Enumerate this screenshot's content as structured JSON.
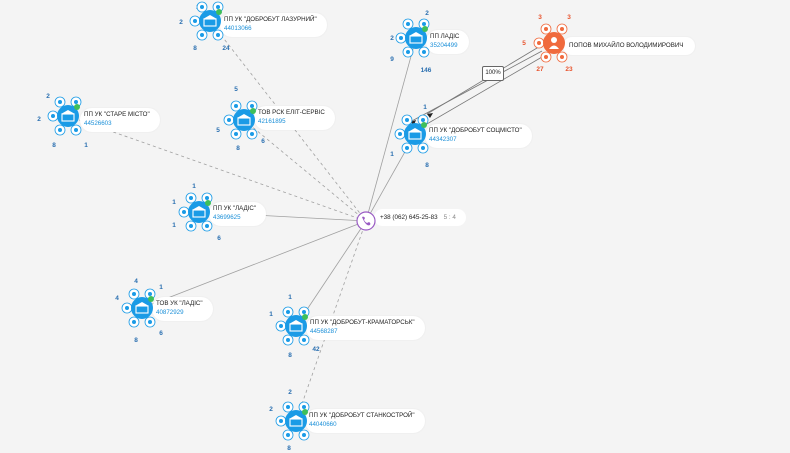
{
  "colors": {
    "blue": "#1a9be6",
    "orange": "#f06a3d",
    "purple": "#9a5cc4",
    "line": "#a0a0a0"
  },
  "phone": {
    "number": "+38 (062) 645-25-83",
    "count": "5 : 4"
  },
  "edge_percent": "100%",
  "person": {
    "name": "ПОПОВ МИХАЙЛО ВОЛОДИМИРОВИЧ",
    "counts": {
      "tl": "3",
      "tr": "3",
      "l": "5",
      "bl": "27",
      "br": "23"
    }
  },
  "orgs": [
    {
      "name": "ПП УК \"ДОБРОБУТ ЛАЗУРНИЙ\"",
      "code": "44013066",
      "counts": {
        "tl": "2",
        "tr": "",
        "l": "2",
        "bl": "8",
        "br": "24"
      }
    },
    {
      "name": "ПП ЛАДІС",
      "code": "35204499",
      "counts": {
        "tl": "",
        "tr": "2",
        "l": "2",
        "bl": "9",
        "br": "146"
      }
    },
    {
      "name": "ПП УК \"СТАРЕ МІСТО\"",
      "code": "44526603",
      "counts": {
        "tl": "2",
        "tr": "",
        "l": "2",
        "bl": "8",
        "br": "1"
      }
    },
    {
      "name": "ТОВ РСК ЕЛІТ-СЕРВІС",
      "code": "42161895",
      "counts": {
        "tl": "5",
        "tr": "",
        "l": "5",
        "bl": "8",
        "br": "6"
      }
    },
    {
      "name": "ПП УК \"ДОБРОБУТ СОЦМІСТО\"",
      "code": "44342307",
      "counts": {
        "tl": "",
        "tr": "1",
        "l": "1",
        "bl": "",
        "br": "8"
      }
    },
    {
      "name": "ПП УК \"ЛАДІС\"",
      "code": "43699625",
      "counts": {
        "tl": "1",
        "tr": "",
        "l": "1",
        "bl": "1",
        "br": "6"
      }
    },
    {
      "name": "ТОВ УК \"ЛАДІС\"",
      "code": "40872929",
      "counts": {
        "tl": "4",
        "tr": "1",
        "l": "4",
        "bl": "8",
        "br": "6"
      }
    },
    {
      "name": "ПП УК \"ДОБРОБУТ-КРАМАТОРСЬК\"",
      "code": "44568287",
      "counts": {
        "tl": "1",
        "tr": "",
        "l": "1",
        "bl": "8",
        "br": "42"
      }
    },
    {
      "name": "ПП УК \"ДОБРОБУТ СТАНКОСТРОЙ\"",
      "code": "44040660",
      "counts": {
        "tl": "2",
        "tr": "",
        "l": "2",
        "bl": "8",
        "br": ""
      }
    }
  ]
}
